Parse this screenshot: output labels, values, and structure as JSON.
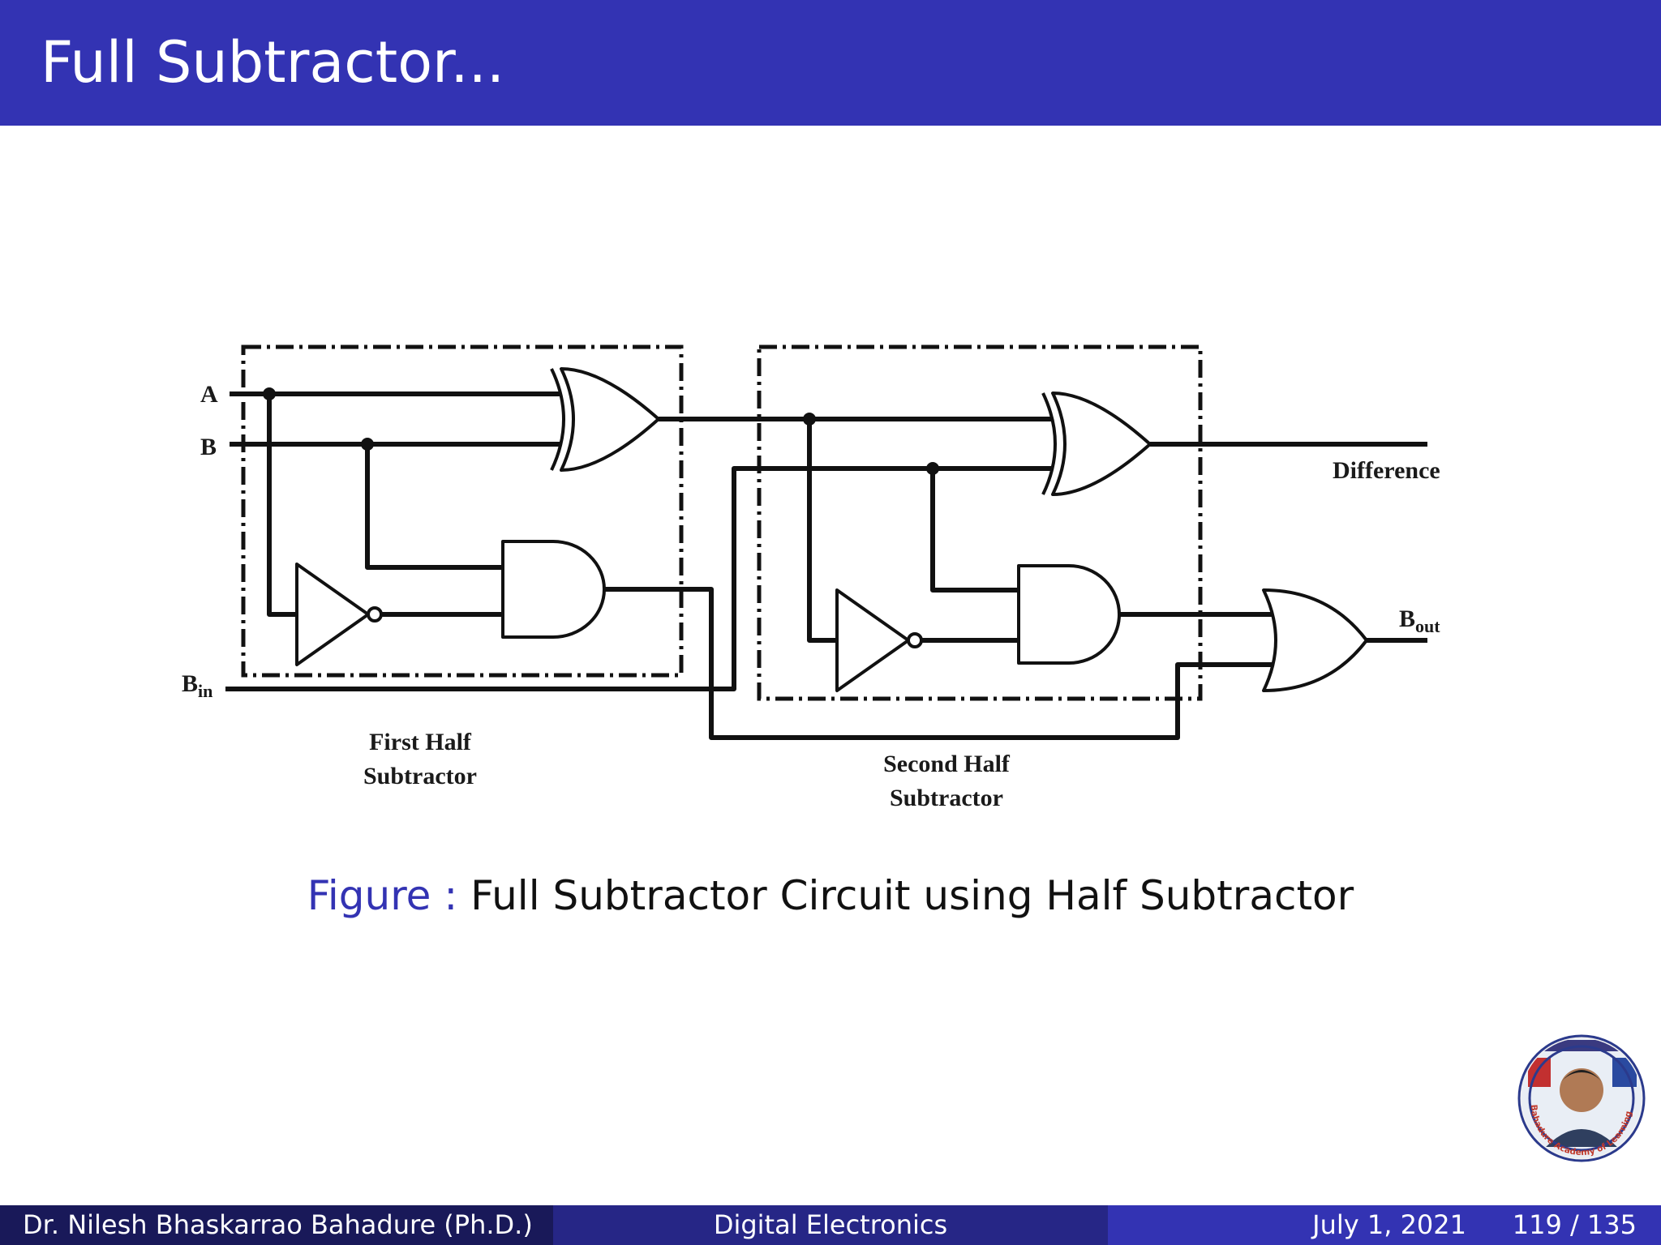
{
  "header": {
    "title": "Full Subtractor..."
  },
  "diagram": {
    "inputs": {
      "a": "A",
      "b": "B",
      "bin_main": "B",
      "bin_sub": "in"
    },
    "outputs": {
      "difference": "Difference",
      "bout_main": "B",
      "bout_sub": "out"
    },
    "blocks": {
      "first": [
        "First Half",
        "Subtractor"
      ],
      "second": [
        "Second Half",
        "Subtractor"
      ]
    }
  },
  "caption": {
    "prefix": "Figure :",
    "text": "Full Subtractor Circuit using Half Subtractor"
  },
  "logo": {
    "arc_text": "Bahadure Academy of Learning"
  },
  "footer": {
    "author": "Dr. Nilesh Bhaskarrao Bahadure  (Ph.D.)",
    "course": "Digital Electronics",
    "date": "July 1, 2021",
    "page": "119 / 135"
  },
  "colors": {
    "header_bg": "#3333b3",
    "footer_dark": "#191959",
    "footer_mid": "#262686",
    "footer_light": "#3333b3",
    "caption_prefix": "#3333b3"
  }
}
